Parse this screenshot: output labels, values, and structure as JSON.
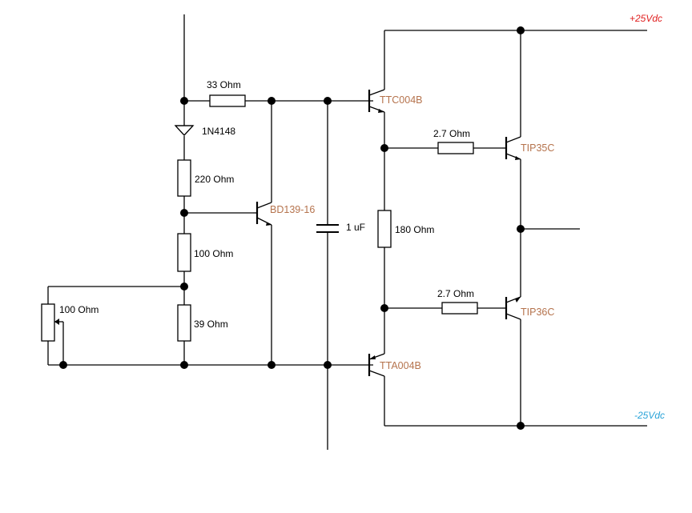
{
  "rails": {
    "positive": {
      "label": "+25Vdc",
      "color": "#e02020"
    },
    "negative": {
      "label": "-25Vdc",
      "color": "#2aa3d8"
    }
  },
  "components": {
    "r_33": "33 Ohm",
    "d_1n4148": "1N4148",
    "r_220": "220 Ohm",
    "r_100": "100 Ohm",
    "r_39": "39 Ohm",
    "pot_100": "100 Ohm",
    "q_bd139": "BD139-16",
    "c_1uf": "1 uF",
    "q_ttc004b": "TTC004B",
    "q_tta004b": "TTA004B",
    "r_180": "180 Ohm",
    "r_27_top": "2.7  Ohm",
    "r_27_bottom": "2.7  Ohm",
    "q_tip35c": "TIP35C",
    "q_tip36c": "TIP36C"
  },
  "colors": {
    "transistor_label": "#b5734d",
    "wire": "#000000"
  }
}
